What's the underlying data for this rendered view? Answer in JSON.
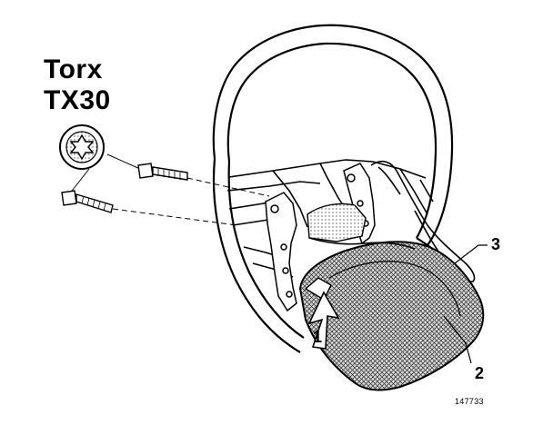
{
  "tool": {
    "name": "Torx",
    "size": "TX30"
  },
  "callouts": {
    "item1": "1",
    "item2": "2",
    "item3": "3"
  },
  "reference": "147733",
  "colors": {
    "line": "#000000",
    "background": "#ffffff"
  }
}
